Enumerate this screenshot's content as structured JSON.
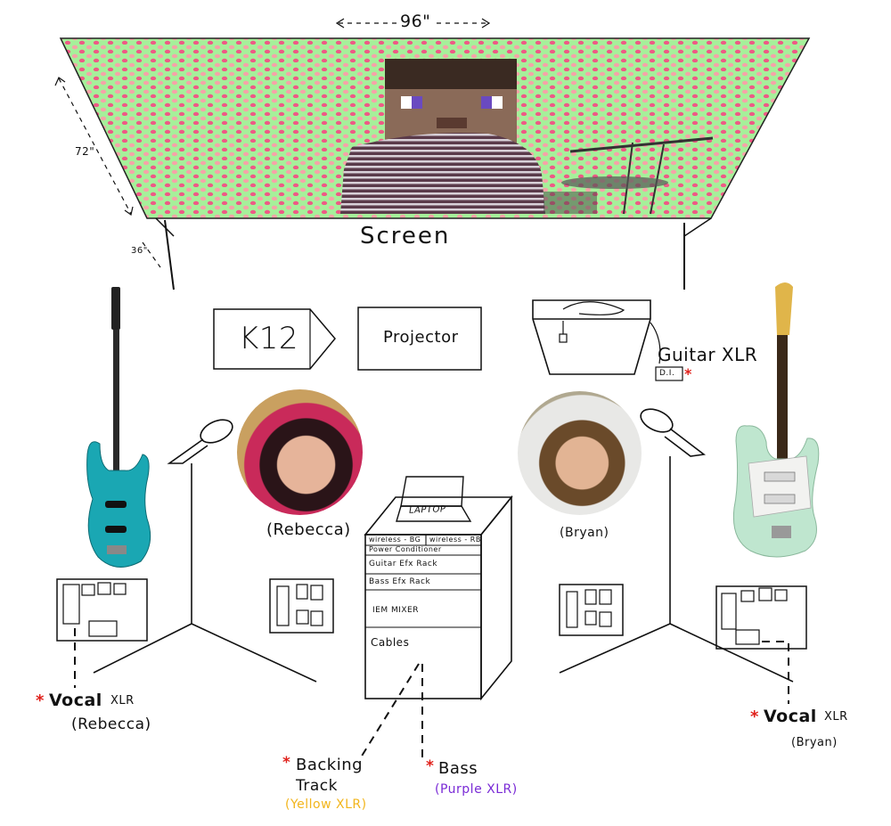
{
  "screen": {
    "label": "Screen",
    "width_label": "96\"",
    "height_label": "72\"",
    "riser_label": "36\""
  },
  "stage_gear": {
    "k12_label": "K12",
    "projector_label": "Projector",
    "laptop_label": "LAPTOP",
    "guitar_xlr_label": "Guitar XLR",
    "di_label": "D.I."
  },
  "rack": {
    "wireless_bg": "wireless - BG",
    "wireless_rb": "wireless - RB",
    "items": [
      "Power Conditioner",
      "Guitar Efx Rack",
      "Bass Efx Rack",
      "IEM MIXER",
      "Cables"
    ]
  },
  "people": {
    "left": "(Rebecca)",
    "right": "(Bryan)"
  },
  "callouts": {
    "vocal_left_title": "Vocal",
    "vocal_left_xlr": "XLR",
    "vocal_left_name": "(Rebecca)",
    "vocal_right_title": "Vocal",
    "vocal_right_xlr": "XLR",
    "vocal_right_name": "(Bryan)",
    "backing_title_1": "Backing",
    "backing_title_2": "Track",
    "backing_sub": "(Yellow XLR)",
    "bass_title": "Bass",
    "bass_sub": "(Purple XLR)",
    "star": "*"
  },
  "colors": {
    "screen_green": "#9ef28a",
    "screen_pink": "#f06a8c",
    "bass_body": "#1aa7b3",
    "guitar_body": "#bfe6cf",
    "guitar_head": "#e0b54a",
    "yellow_text": "#f2b51c",
    "purple_text": "#7a2bd6",
    "star_red": "#e0201a"
  }
}
